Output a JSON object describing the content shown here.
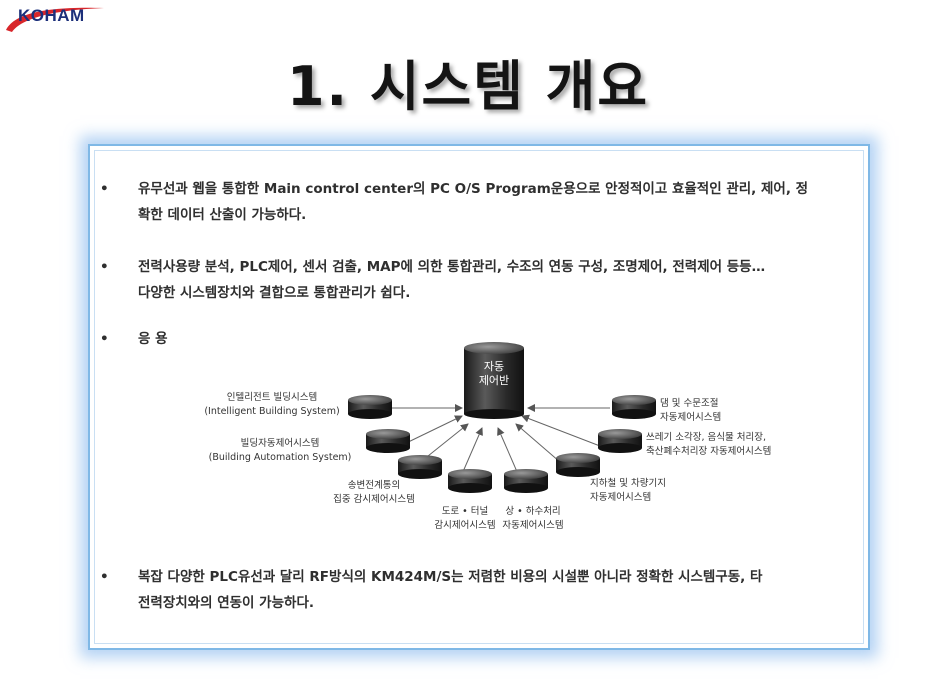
{
  "logo": {
    "text": "KOHAM"
  },
  "title": "1. 시스템 개요",
  "bullets": [
    {
      "marker": "•",
      "lines": [
        "유무선과 웹을 통합한 Main control center의 PC O/S Program운용으로 안정적이고 효율적인 관리, 제어, 정",
        "확한 데이터 산출이 가능하다."
      ]
    },
    {
      "marker": "•",
      "lines": [
        "전력사용량 분석, PLC제어, 센서 검출, MAP에 의한 통합관리, 수조의 연동 구성, 조명제어, 전력제어 등등…",
        "다양한 시스템장치와 결합으로 통합관리가 쉽다."
      ]
    },
    {
      "marker": "•",
      "lines": [
        " 응 용"
      ]
    },
    {
      "marker": "•",
      "lines": [
        " 복잡 다양한 PLC유선과 달리  RF방식의 KM424M/S는  저렴한 비용의 시설뿐 아니라 정확한 시스템구동, 타",
        "전력장치와의 연동이 가능하다."
      ]
    }
  ],
  "diagram": {
    "center": [
      "자동",
      "제어반"
    ],
    "nodes": [
      {
        "lines": [
          "인텔리전트 빌딩시스템",
          "(Intelligent Building System)"
        ]
      },
      {
        "lines": [
          "빌딩자동제어시스템",
          "(Building Automation System)"
        ]
      },
      {
        "lines": [
          "송변전계통의",
          "집중 감시제어시스템"
        ]
      },
      {
        "lines": [
          "도로 • 터널",
          "감시제어시스템"
        ]
      },
      {
        "lines": [
          "상 • 하수처리",
          "자동제어시스템"
        ]
      },
      {
        "lines": [
          "지하철 및 차량기지",
          "자동제어시스템"
        ]
      },
      {
        "lines": [
          "쓰레기 소각장, 음식물 처리장,",
          "축산폐수처리장 자동제어시스템"
        ]
      },
      {
        "lines": [
          "댐 및 수문조절",
          "자동제어시스템"
        ]
      }
    ]
  }
}
